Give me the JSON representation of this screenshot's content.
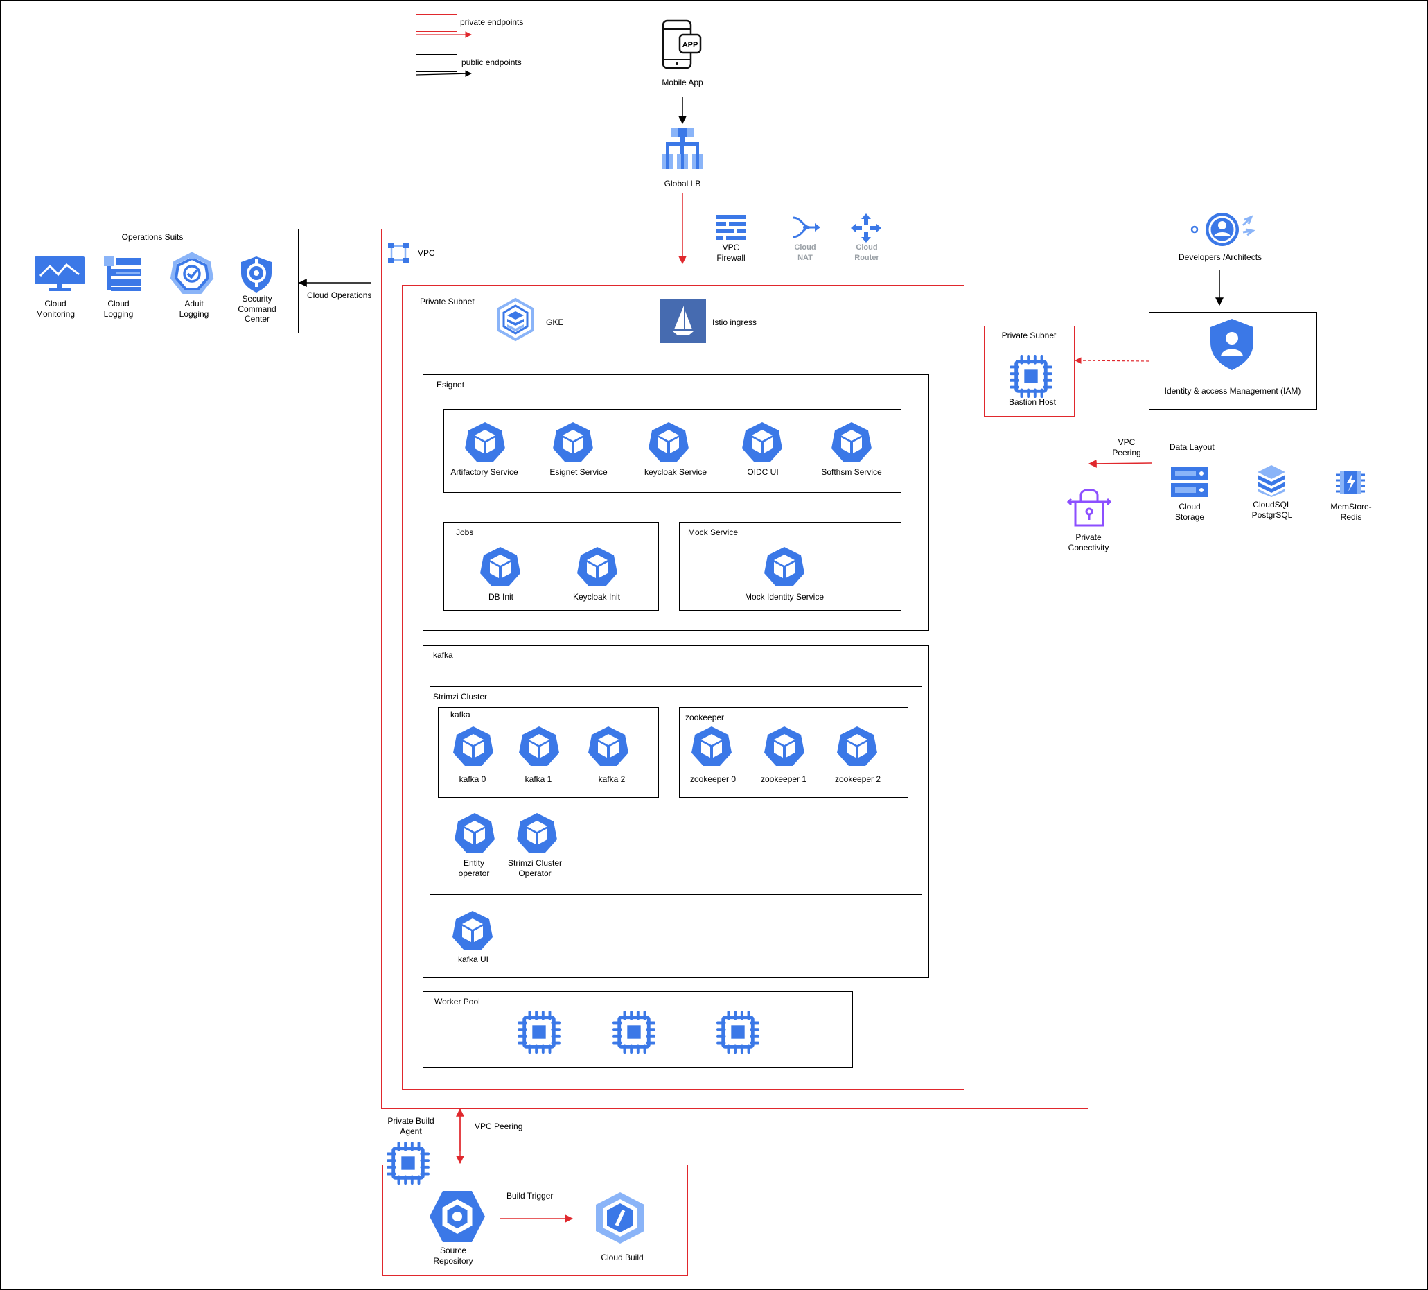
{
  "legend": {
    "private": "private endpoints",
    "public": "public endpoints"
  },
  "colors": {
    "gcp_blue": "#3b78e7",
    "gcp_light_blue": "#8ab4f8",
    "private_red": "#e0282d",
    "connectivity_purple": "#8c4fff"
  },
  "top": {
    "mobile_app": "Mobile App",
    "global_lb": "Global LB",
    "vpc_firewall": "VPC\nFirewall",
    "cloud_nat": "Cloud\nNAT",
    "cloud_router": "Cloud\nRouter"
  },
  "ops": {
    "title": "Operations Suits",
    "items": [
      "Cloud\nMonitoring",
      "Cloud\nLogging",
      "Aduit\nLogging",
      "Security\nCommand\nCenter"
    ],
    "link_label": "Cloud Operations"
  },
  "vpc": {
    "label": "VPC",
    "private_subnet": "Private Subnet",
    "gke": "GKE",
    "istio": "Istio ingress",
    "esignet": {
      "title": "Esignet",
      "services": [
        "Artifactory Service",
        "Esignet Service",
        "keycloak Service",
        "OIDC UI",
        "Softhsm Service"
      ]
    },
    "jobs": {
      "title": "Jobs",
      "items": [
        "DB Init",
        "Keycloak Init"
      ]
    },
    "mock": {
      "title": "Mock Service",
      "items": [
        "Mock Identity Service"
      ]
    },
    "kafka": {
      "title": "kafka",
      "strimzi": "Strimzi Cluster",
      "broker_group": "kafka",
      "brokers": [
        "kafka 0",
        "kafka 1",
        "kafka 2"
      ],
      "zk_group": "zookeeper",
      "zookeepers": [
        "zookeeper 0",
        "zookeeper 1",
        "zookeeper 2"
      ],
      "operators": [
        "Entity\noperator",
        "Strimzi Cluster\nOperator"
      ],
      "ui": "kafka UI"
    },
    "worker_pool": "Worker Pool"
  },
  "right": {
    "developers": "Developers /Architects",
    "iam": "Identity & access Management (IAM)",
    "bastion_subnet": "Private Subnet",
    "bastion": "Bastion Host",
    "vpc_peering": "VPC\nPeering",
    "private_connectivity": "Private\nConectivity",
    "data_layout": {
      "title": "Data Layout",
      "items": [
        "Cloud\nStorage",
        "CloudSQL\nPostgrSQL",
        "MemStore-\nRedis"
      ]
    }
  },
  "build": {
    "agent": "Private Build\nAgent",
    "peering": "VPC Peering",
    "trigger": "Build Trigger",
    "source_repo": "Source\nRepository",
    "cloud_build": "Cloud Build"
  }
}
